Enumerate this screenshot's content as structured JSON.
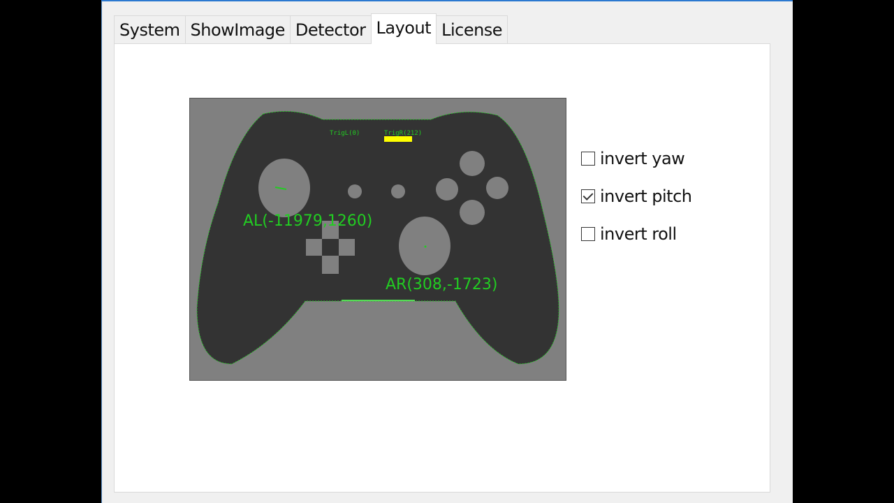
{
  "tabs": [
    {
      "label": "System",
      "active": false
    },
    {
      "label": "ShowImage",
      "active": false
    },
    {
      "label": "Detector",
      "active": false
    },
    {
      "label": "Layout",
      "active": true
    },
    {
      "label": "License",
      "active": false
    }
  ],
  "controller_view": {
    "trigger_left_label": "TrigL(0)",
    "trigger_right_label": "TrigR(212)",
    "trigger_right_bar_color": "#ffff00",
    "left_stick_label": "AL(-11979,1260)",
    "right_stick_label": "AR(308,-1723)",
    "overlay_color": "#22cc22",
    "body_color": "#333333",
    "button_color": "#808080",
    "background_color": "#808080"
  },
  "options": [
    {
      "label": "invert yaw",
      "checked": false
    },
    {
      "label": "invert pitch",
      "checked": true
    },
    {
      "label": "invert roll",
      "checked": false
    }
  ]
}
